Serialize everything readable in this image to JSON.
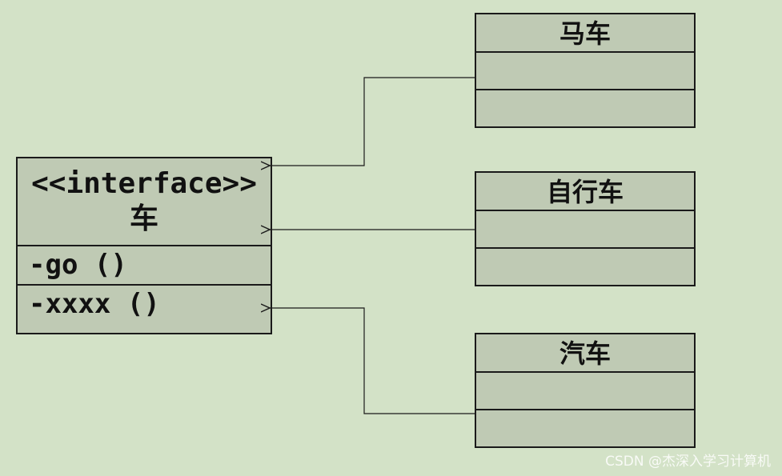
{
  "interface_box": {
    "stereotype": "<<interface>>",
    "name": "车",
    "methods": [
      "-go ()",
      "-xxxx ()"
    ]
  },
  "classes": [
    {
      "name": "马车"
    },
    {
      "name": "自行车"
    },
    {
      "name": "汽车"
    }
  ],
  "watermark": "CSDN @杰深入学习计算机"
}
